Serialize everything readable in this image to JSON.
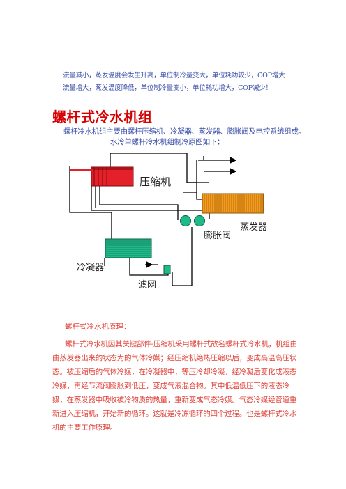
{
  "top_lines": [
    "流量减小，蒸发温度会发生升高，单位制冷量变大，单位耗功较少，COP增大",
    "流量增大，蒸发温度降低，单位制冷量变小，单位耗功增大，COP减少！"
  ],
  "heading": "螺杆式冷水机组",
  "intro": {
    "line1": "螺杆冷水机组主要由螺杆压缩机、冷凝器、蒸发器、膨胀阀及电控系统组成。",
    "line2": "水冷单螺杆冷水机组制冷原图如下："
  },
  "diagram_labels": {
    "compressor": "压缩机",
    "evaporator": "蒸发器",
    "expansion_valve": "膨胀阀",
    "condenser": "冷凝器",
    "filter": "滤网"
  },
  "diagram_colors": {
    "compressor": "#e4202a",
    "condenser": "#1fb98a",
    "evaporator": "#f39b1e",
    "valve": "#1fb98a",
    "filter": "#1fb98a"
  },
  "principle": {
    "title": "螺杆式冷水机原理：",
    "body": "螺杆式冷水机因其关键部件-压缩机采用螺杆式故名螺杆式冷水机，机组由由蒸发器出来的状态为的气体冷媒；经压缩机绝热压缩以后，变成高温高压状态。被压缩后的气体冷媒，在冷凝器中，等压冷却冷凝，经冷凝后变化成液态冷媒，再经节流阀膨胀到低压，变成气液混合物。其中低温低压下的液态冷媒，在蒸发器中吸收被冷物质的热量，重新变成气态冷媒。气态冷媒经管道重新进入压缩机，开始新的循环。这就是冷冻循环的四个过程。也是螺杆式冷水机的主要工作原理。"
  }
}
